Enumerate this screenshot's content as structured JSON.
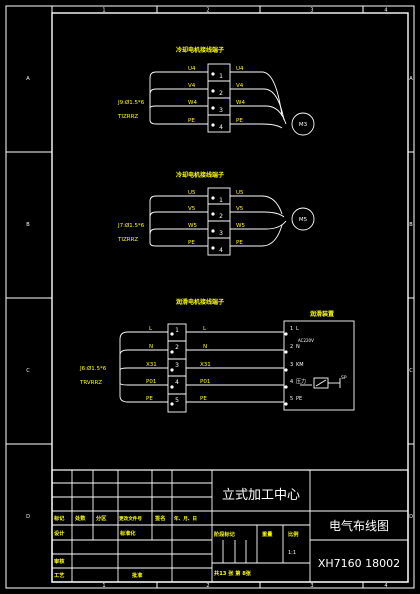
{
  "colors": {
    "background": "#000000",
    "line": "#ffffff",
    "text": "#ffff00",
    "alt_text": "#ffffff"
  },
  "border": {
    "top_cols": [
      "1",
      "2",
      "3",
      "4"
    ],
    "bottom_cols": [
      "1",
      "2",
      "3",
      "4"
    ],
    "left_rows": [
      "A",
      "B",
      "C",
      "D"
    ],
    "right_rows": [
      "A",
      "B",
      "C",
      "D"
    ]
  },
  "section1": {
    "title": "冷却电机接线端子",
    "cable": "J9:Ø1.5*6",
    "cable_type": "TIZRRZ",
    "left_labels": [
      "U4",
      "V4",
      "W4",
      "PE"
    ],
    "terminals": [
      "1",
      "2",
      "3",
      "4"
    ],
    "right_labels": [
      "U4",
      "V4",
      "W4",
      "PE"
    ],
    "motor": "M3"
  },
  "section2": {
    "title": "冷却电机接线端子",
    "cable": "J7:Ø1.5*6",
    "cable_type": "TIZRRZ",
    "left_labels": [
      "U5",
      "V5",
      "W5",
      "PE"
    ],
    "terminals": [
      "1",
      "2",
      "3",
      "4"
    ],
    "right_labels": [
      "U5",
      "V5",
      "W5",
      "PE"
    ],
    "motor": "M5"
  },
  "section3": {
    "title": "润滑电机接线端子",
    "cable": "J6:Ø1.5*6",
    "cable_type": "TRVRRZ",
    "left_labels": [
      "L",
      "N",
      "X31",
      "P01",
      "PE"
    ],
    "terminals": [
      "1",
      "2",
      "3",
      "4",
      "5"
    ],
    "wire_labels": [
      "L",
      "N",
      "X31",
      "P01",
      "PE"
    ],
    "device_title": "润滑装置",
    "device_terminals": [
      "1",
      "2",
      "3",
      "4",
      "5"
    ],
    "device_labels": [
      "L",
      "N",
      "KM",
      "压力",
      "PE"
    ],
    "device_note": "AC220V",
    "switch_label": "SP"
  },
  "title_block": {
    "company": "立式加工中心",
    "drawing_title": "电气布线图",
    "drawing_no": "XH7160 18002",
    "rev_headers": [
      "标记",
      "处数",
      "分区",
      "更改文件号",
      "签名",
      "年、月、日"
    ],
    "row_labels": [
      "设计",
      "审核",
      "工艺"
    ],
    "standardize": "标准化",
    "approve": "批准",
    "stage_headers": [
      "阶段标记",
      "重量",
      "比例"
    ],
    "scale": "1:1",
    "sheet_info": "共13 张 第 8张"
  }
}
